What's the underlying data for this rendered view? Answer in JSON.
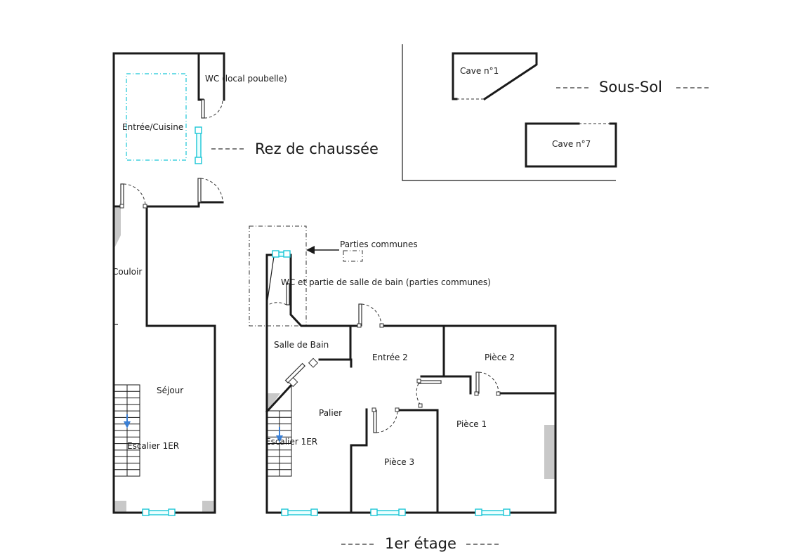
{
  "sections": {
    "rdc": "Rez de chaussée",
    "sous_sol": "Sous-Sol",
    "etage": "1er étage"
  },
  "rooms": {
    "wc_local_poubelle": "WC (local poubelle)",
    "entree_cuisine": "Entrée/Cuisine",
    "couloir": "Couloir",
    "sejour": "Séjour",
    "escalier_rdc": "Escalier 1ER",
    "cave1": "Cave n°1",
    "cave7": "Cave n°7",
    "salle_de_bain": "Salle de Bain",
    "entree2": "Entrée 2",
    "piece2": "Pièce 2",
    "palier": "Palier",
    "piece1": "Pièce 1",
    "piece3": "Pièce 3",
    "escalier_etage": "Escalier 1ER"
  },
  "annotations": {
    "parties_communes": "Parties communes",
    "wc_salle_bain_communes": "WC et partie de salle de bain (parties communes)"
  },
  "colors": {
    "wall": "#1a1a1a",
    "window": "#1ac6d6",
    "stair_arrow": "#3a7fd5",
    "fixed_element": "#c8c8c8"
  }
}
